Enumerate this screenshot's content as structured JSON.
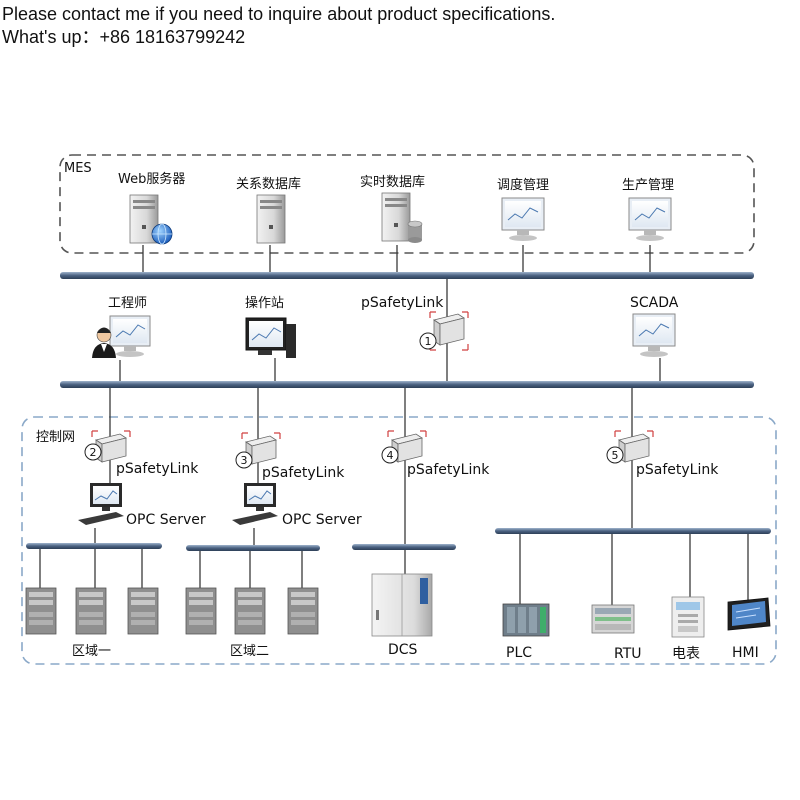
{
  "header": {
    "line1": "Please contact me if you need to inquire about product specifications.",
    "line2": "What's up：+86 18163799242"
  },
  "zones": {
    "mes_label": "MES",
    "control_label": "控制网"
  },
  "mes_nodes": {
    "web_server": "Web服务器",
    "relational_db": "关系数据库",
    "realtime_db": "实时数据库",
    "scheduling": "调度管理",
    "production": "生产管理"
  },
  "mid_nodes": {
    "engineer": "工程师",
    "operator_station": "操作站",
    "psafetylink_top": "pSafetyLink",
    "scada": "SCADA"
  },
  "gateways": {
    "label": "pSafetyLink",
    "numbers": [
      "1",
      "2",
      "3",
      "4",
      "5"
    ]
  },
  "opc": {
    "label": "OPC Server"
  },
  "bottom_nodes": {
    "zone1": "区域一",
    "zone2": "区域二",
    "dcs": "DCS",
    "plc": "PLC",
    "rtu": "RTU",
    "meter": "电表",
    "hmi": "HMI"
  }
}
